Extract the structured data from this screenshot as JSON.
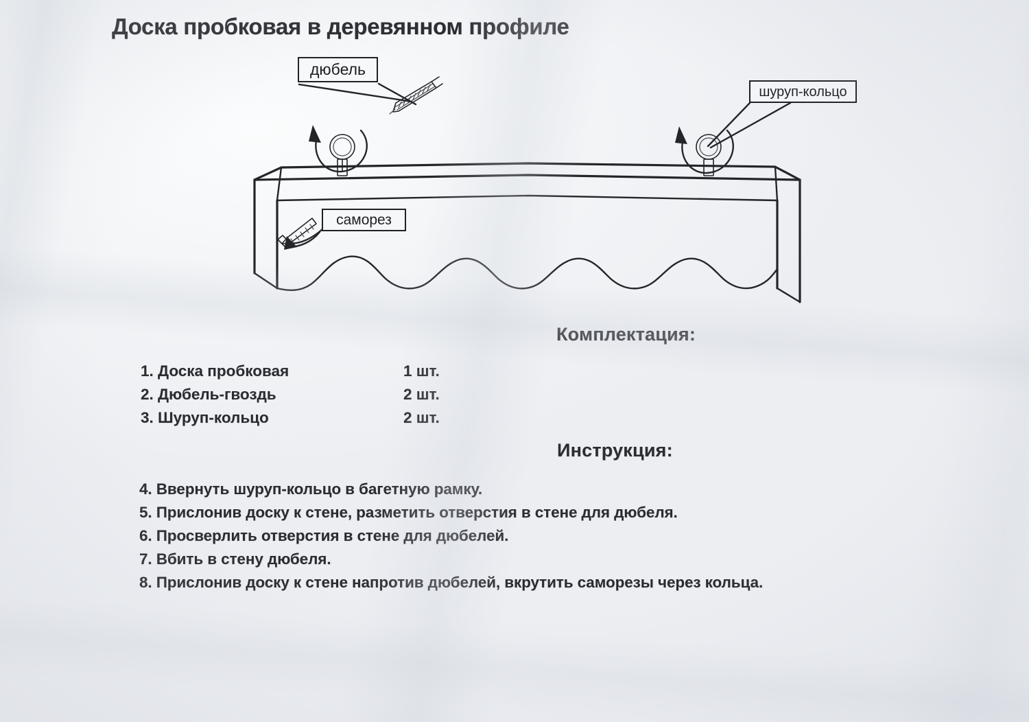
{
  "document": {
    "title": "Доска пробковая в деревянном профиле",
    "background_color": "#eef0f3",
    "ink_color": "#242529"
  },
  "diagram": {
    "callouts": [
      {
        "id": "dyubel",
        "label": "дюбель",
        "points_to": "dowel-illustration"
      },
      {
        "id": "shurup",
        "label": "шуруп-кольцо",
        "points_to": "eye-screw-ring-right"
      },
      {
        "id": "samorez",
        "label": "саморез",
        "points_to": "screw-illustration"
      }
    ],
    "parts": [
      {
        "name": "cork-board-in-wooden-frame"
      },
      {
        "name": "eye-screw-ring-left"
      },
      {
        "name": "eye-screw-ring-right"
      },
      {
        "name": "dowel-illustration"
      },
      {
        "name": "screw-illustration"
      }
    ]
  },
  "kit": {
    "heading": "Комплектация:",
    "items": [
      {
        "name": "1. Доска пробковая",
        "qty": "1 шт."
      },
      {
        "name": "2. Дюбель-гвоздь",
        "qty": "2 шт."
      },
      {
        "name": "3. Шуруп-кольцо",
        "qty": "2 шт."
      }
    ]
  },
  "instructions": {
    "heading": "Инструкция:",
    "steps": [
      "4. Ввернуть шуруп-кольцо в багетную рамку.",
      "5. Прислонив доску к стене, разметить отверстия в стене для дюбеля.",
      "6. Просверлить отверстия в стене для дюбелей.",
      "7. Вбить в стену дюбеля.",
      "8. Прислонив доску к стене напротив дюбелей, вкрутить саморезы через кольца."
    ]
  }
}
